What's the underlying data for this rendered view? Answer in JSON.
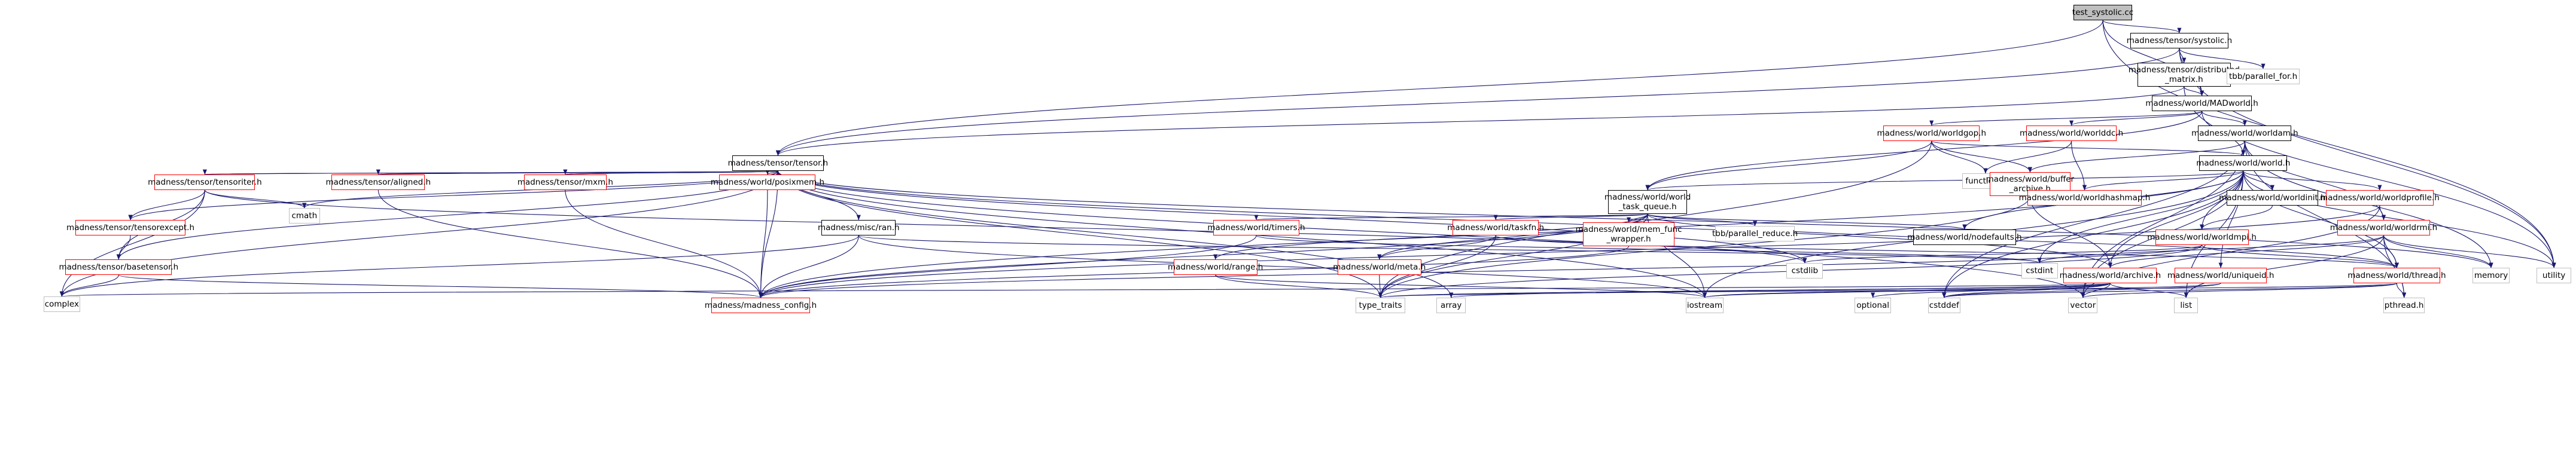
{
  "nodes": [
    {
      "id": "root",
      "label": "test_systolic.cc",
      "style": "root"
    },
    {
      "id": "systolic",
      "label": "madness/tensor/systolic.h",
      "style": "black"
    },
    {
      "id": "distmatrix",
      "label": "madness/tensor/distributed\n_matrix.h",
      "style": "black"
    },
    {
      "id": "tbbpfor",
      "label": "tbb/parallel_for.h",
      "style": "gray"
    },
    {
      "id": "madworld",
      "label": "madness/world/MADworld.h",
      "style": "black"
    },
    {
      "id": "worldgop",
      "label": "madness/world/worldgop.h",
      "style": "red"
    },
    {
      "id": "worlddc",
      "label": "madness/world/worlddc.h",
      "style": "red"
    },
    {
      "id": "worldam",
      "label": "madness/world/worldam.h",
      "style": "black"
    },
    {
      "id": "tensor",
      "label": "madness/tensor/tensor.h",
      "style": "black"
    },
    {
      "id": "functional",
      "label": "functional",
      "style": "gray"
    },
    {
      "id": "buffer",
      "label": "madness/world/buffer\n_archive.h",
      "style": "red"
    },
    {
      "id": "world",
      "label": "madness/world/world.h",
      "style": "black"
    },
    {
      "id": "tensoriter",
      "label": "madness/tensor/tensoriter.h",
      "style": "red"
    },
    {
      "id": "aligned",
      "label": "madness/tensor/aligned.h",
      "style": "red"
    },
    {
      "id": "mxm",
      "label": "madness/tensor/mxm.h",
      "style": "red"
    },
    {
      "id": "posixmem",
      "label": "madness/world/posixmem.h",
      "style": "red"
    },
    {
      "id": "taskq",
      "label": "madness/world/world\n_task_queue.h",
      "style": "black"
    },
    {
      "id": "worldhashmap",
      "label": "madness/world/worldhashmap.h",
      "style": "red"
    },
    {
      "id": "worldinit",
      "label": "madness/world/worldinit.h",
      "style": "black"
    },
    {
      "id": "worldprofile",
      "label": "madness/world/worldprofile.h",
      "style": "red"
    },
    {
      "id": "cmath",
      "label": "cmath",
      "style": "gray"
    },
    {
      "id": "tensorexcept",
      "label": "madness/tensor/tensorexcept.h",
      "style": "red"
    },
    {
      "id": "ran",
      "label": "madness/misc/ran.h",
      "style": "black"
    },
    {
      "id": "timers",
      "label": "madness/world/timers.h",
      "style": "red"
    },
    {
      "id": "taskfn",
      "label": "madness/world/taskfn.h",
      "style": "red"
    },
    {
      "id": "memfunc",
      "label": "madness/world/mem_func\n_wrapper.h",
      "style": "red"
    },
    {
      "id": "tbbpreduce",
      "label": "tbb/parallel_reduce.h",
      "style": "gray"
    },
    {
      "id": "nodefaults",
      "label": "madness/world/nodefaults.h",
      "style": "black"
    },
    {
      "id": "worldmpi",
      "label": "madness/world/worldmpi.h",
      "style": "red"
    },
    {
      "id": "worldrmi",
      "label": "madness/world/worldrmi.h",
      "style": "red"
    },
    {
      "id": "basetensor",
      "label": "madness/tensor/basetensor.h",
      "style": "red"
    },
    {
      "id": "range",
      "label": "madness/world/range.h",
      "style": "red"
    },
    {
      "id": "meta",
      "label": "madness/world/meta.h",
      "style": "red"
    },
    {
      "id": "cstdlib",
      "label": "cstdlib",
      "style": "gray"
    },
    {
      "id": "cstdint",
      "label": "cstdint",
      "style": "gray"
    },
    {
      "id": "archive",
      "label": "madness/world/archive.h",
      "style": "red"
    },
    {
      "id": "uniqueid",
      "label": "madness/world/uniqueid.h",
      "style": "red"
    },
    {
      "id": "thread",
      "label": "madness/world/thread.h",
      "style": "red"
    },
    {
      "id": "memory",
      "label": "memory",
      "style": "gray"
    },
    {
      "id": "utility",
      "label": "utility",
      "style": "gray"
    },
    {
      "id": "complex",
      "label": "complex",
      "style": "gray"
    },
    {
      "id": "config",
      "label": "madness/madness_config.h",
      "style": "red"
    },
    {
      "id": "typetraits",
      "label": "type_traits",
      "style": "gray"
    },
    {
      "id": "array",
      "label": "array",
      "style": "gray"
    },
    {
      "id": "iostream",
      "label": "iostream",
      "style": "gray"
    },
    {
      "id": "optional",
      "label": "optional",
      "style": "gray"
    },
    {
      "id": "cstddef",
      "label": "cstddef",
      "style": "gray"
    },
    {
      "id": "vector",
      "label": "vector",
      "style": "gray"
    },
    {
      "id": "list",
      "label": "list",
      "style": "gray"
    },
    {
      "id": "pthread",
      "label": "pthread.h",
      "style": "gray"
    }
  ],
  "edges": [
    [
      "root",
      "systolic"
    ],
    [
      "root",
      "madworld"
    ],
    [
      "root",
      "tensor"
    ],
    [
      "root",
      "utility"
    ],
    [
      "systolic",
      "distmatrix"
    ],
    [
      "systolic",
      "tbbpfor"
    ],
    [
      "systolic",
      "madworld"
    ],
    [
      "systolic",
      "tensor"
    ],
    [
      "systolic",
      "utility"
    ],
    [
      "distmatrix",
      "madworld"
    ],
    [
      "distmatrix",
      "tensor"
    ],
    [
      "distmatrix",
      "utility"
    ],
    [
      "madworld",
      "worldgop"
    ],
    [
      "madworld",
      "worlddc"
    ],
    [
      "madworld",
      "worldam"
    ],
    [
      "madworld",
      "world"
    ],
    [
      "madworld",
      "taskq"
    ],
    [
      "worldgop",
      "functional"
    ],
    [
      "worldgop",
      "buffer"
    ],
    [
      "worldgop",
      "world"
    ],
    [
      "worldgop",
      "taskq"
    ],
    [
      "worldgop",
      "typetraits"
    ],
    [
      "worlddc",
      "functional"
    ],
    [
      "worlddc",
      "worldhashmap"
    ],
    [
      "worldam",
      "buffer"
    ],
    [
      "worldam",
      "world"
    ],
    [
      "worldam",
      "worldrmi"
    ],
    [
      "worldam",
      "memory"
    ],
    [
      "worldam",
      "cstddef"
    ],
    [
      "worldam",
      "vector"
    ],
    [
      "worldam",
      "pthread"
    ],
    [
      "buffer",
      "archive"
    ],
    [
      "buffer",
      "typetraits"
    ],
    [
      "world",
      "worldhashmap"
    ],
    [
      "world",
      "worldinit"
    ],
    [
      "world",
      "worldprofile"
    ],
    [
      "world",
      "worldmpi"
    ],
    [
      "world",
      "nodefaults"
    ],
    [
      "world",
      "uniqueid"
    ],
    [
      "world",
      "thread"
    ],
    [
      "world",
      "archive"
    ],
    [
      "world",
      "config"
    ],
    [
      "world",
      "cstdint"
    ],
    [
      "world",
      "cstddef"
    ],
    [
      "world",
      "iostream"
    ],
    [
      "world",
      "list"
    ],
    [
      "world",
      "utility"
    ],
    [
      "world",
      "vector"
    ],
    [
      "world",
      "taskq"
    ],
    [
      "tensor",
      "tensoriter"
    ],
    [
      "tensor",
      "aligned"
    ],
    [
      "tensor",
      "mxm"
    ],
    [
      "tensor",
      "posixmem"
    ],
    [
      "tensor",
      "ran"
    ],
    [
      "tensor",
      "tensorexcept"
    ],
    [
      "tensor",
      "basetensor"
    ],
    [
      "tensor",
      "cmath"
    ],
    [
      "tensor",
      "complex"
    ],
    [
      "tensor",
      "config"
    ],
    [
      "tensor",
      "array"
    ],
    [
      "tensor",
      "iostream"
    ],
    [
      "tensor",
      "archive"
    ],
    [
      "tensor",
      "memory"
    ],
    [
      "tensor",
      "cstdlib"
    ],
    [
      "tensor",
      "vector"
    ],
    [
      "tensor",
      "typetraits"
    ],
    [
      "tensoriter",
      "tensor"
    ],
    [
      "tensoriter",
      "tensorexcept"
    ],
    [
      "tensoriter",
      "basetensor"
    ],
    [
      "tensoriter",
      "cmath"
    ],
    [
      "tensoriter",
      "complex"
    ],
    [
      "tensoriter",
      "cstdlib"
    ],
    [
      "aligned",
      "tensor"
    ],
    [
      "aligned",
      "config"
    ],
    [
      "mxm",
      "tensor"
    ],
    [
      "mxm",
      "config"
    ],
    [
      "posixmem",
      "config"
    ],
    [
      "tensorexcept",
      "basetensor"
    ],
    [
      "basetensor",
      "complex"
    ],
    [
      "basetensor",
      "config"
    ],
    [
      "ran",
      "complex"
    ],
    [
      "ran",
      "config"
    ],
    [
      "ran",
      "cstdint"
    ],
    [
      "ran",
      "iostream"
    ],
    [
      "taskq",
      "timers"
    ],
    [
      "taskq",
      "taskfn"
    ],
    [
      "taskq",
      "memfunc"
    ],
    [
      "taskq",
      "tbbpreduce"
    ],
    [
      "taskq",
      "nodefaults"
    ],
    [
      "taskq",
      "range"
    ],
    [
      "taskq",
      "meta"
    ],
    [
      "taskq",
      "thread"
    ],
    [
      "taskq",
      "config"
    ],
    [
      "taskq",
      "typetraits"
    ],
    [
      "taskq",
      "iostream"
    ],
    [
      "timers",
      "config"
    ],
    [
      "timers",
      "cstdint"
    ],
    [
      "taskfn",
      "meta"
    ],
    [
      "taskfn",
      "typetraits"
    ],
    [
      "taskfn",
      "thread"
    ],
    [
      "memfunc",
      "config"
    ],
    [
      "range",
      "typetraits"
    ],
    [
      "range",
      "iostream"
    ],
    [
      "meta",
      "typetraits"
    ],
    [
      "worldinit",
      "worldmpi"
    ],
    [
      "worldprofile",
      "worldrmi"
    ],
    [
      "worldprofile",
      "vector"
    ],
    [
      "worldprofile",
      "config"
    ],
    [
      "worldmpi",
      "config"
    ],
    [
      "worldmpi",
      "cstdlib"
    ],
    [
      "worldmpi",
      "thread"
    ],
    [
      "worldmpi",
      "typetraits"
    ],
    [
      "worldrmi",
      "thread"
    ],
    [
      "worldrmi",
      "archive"
    ],
    [
      "worldrmi",
      "memory"
    ],
    [
      "worldrmi",
      "utility"
    ],
    [
      "worldrmi",
      "list"
    ],
    [
      "worldrmi",
      "pthread"
    ],
    [
      "worldrmi",
      "cstdint"
    ],
    [
      "archive",
      "typetraits"
    ],
    [
      "archive",
      "complex"
    ],
    [
      "archive",
      "array"
    ],
    [
      "archive",
      "iostream"
    ],
    [
      "archive",
      "optional"
    ],
    [
      "archive",
      "vector"
    ],
    [
      "archive",
      "list"
    ],
    [
      "archive",
      "cstddef"
    ],
    [
      "uniqueid",
      "cstddef"
    ],
    [
      "uniqueid",
      "iostream"
    ],
    [
      "thread",
      "cstddef"
    ],
    [
      "thread",
      "vector"
    ],
    [
      "thread",
      "pthread"
    ],
    [
      "thread",
      "typetraits"
    ]
  ],
  "colors": {
    "edge": "#191970",
    "red_border": "#ff0000",
    "gray_border": "#bfbfbf",
    "root_fill": "#bfbfbf"
  }
}
